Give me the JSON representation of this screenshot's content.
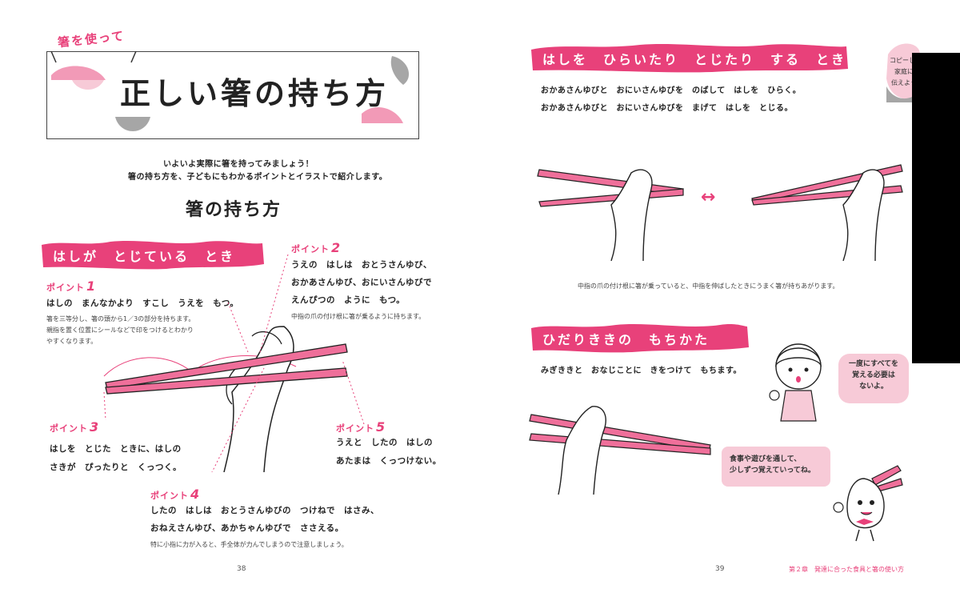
{
  "left": {
    "kicker": "箸を使って",
    "title": "正しい箸の持ち方",
    "intro_1": "いよいよ実際に箸を持ってみましょう！",
    "intro_2": "箸の持ち方を、子どもにもわかるポイントとイラストで紹介します。",
    "section_heading": "箸の持ち方",
    "banner": "はしが　とじている　とき",
    "point_label": "ポイント",
    "point1": {
      "num": "1",
      "line1": "はしの　まんなかより　すこし　うえを　もつ。",
      "note1": "箸を三等分し、箸の頭から1／3の部分を持ちます。",
      "note2": "親指を置く位置にシールなどで印をつけるとわかり",
      "note3": "やすくなります。"
    },
    "point2": {
      "num": "2",
      "line1": "うえの　はしは　おとうさんゆび、",
      "line2": "おかあさんゆび、おにいさんゆびで",
      "line3": "えんぴつの　ように　もつ。",
      "note1": "中指の爪の付け根に箸が乗るように持ちます。"
    },
    "point3": {
      "num": "3",
      "line1": "はしを　とじた　ときに、はしの",
      "line2": "さきが　ぴったりと　くっつく。"
    },
    "point4": {
      "num": "4",
      "line1": "したの　はしは　おとうさんゆびの　つけねで　はさみ、",
      "line2": "おねえさんゆび、あかちゃんゆびで　ささえる。",
      "note1": "特に小指に力が入ると、手全体が力んでしまうので注意しましょう。"
    },
    "point5": {
      "num": "5",
      "line1": "うえと　したの　はしの",
      "line2": "あたまは　くっつけない。"
    },
    "page_number": "38"
  },
  "right": {
    "banner1": "はしを　ひらいたり　とじたり　する　とき",
    "line1": "おかあさんゆびと　おにいさんゆびを　のばして　はしを　ひらく。",
    "line2": "おかあさんゆびと　おにいさんゆびを　まげて　はしを　とじる。",
    "arrow": "↔",
    "caption": "中指の爪の付け根に箸が乗っていると、中指を伸ばしたときにうまく箸が持ちあがります。",
    "banner2": "ひだりききの　もちかた",
    "line3": "みぎききと　おなじことに　きをつけて　もちます。",
    "bubble1_1": "一度にすべてを",
    "bubble1_2": "覚える必要は",
    "bubble1_3": "ないよ。",
    "bubble2_1": "食事や遊びを通して、",
    "bubble2_2": "少しずつ覚えていってね。",
    "tab_1": "コピーして",
    "tab_2": "家庭に",
    "tab_3": "伝えよう!",
    "page_number": "39",
    "footer": "第２章　発達に合った食具と箸の使い方"
  },
  "colors": {
    "accent": "#e8417a",
    "light_pink": "#f7cad7",
    "gray": "#a6a6a6",
    "black_bar": "#000000"
  }
}
